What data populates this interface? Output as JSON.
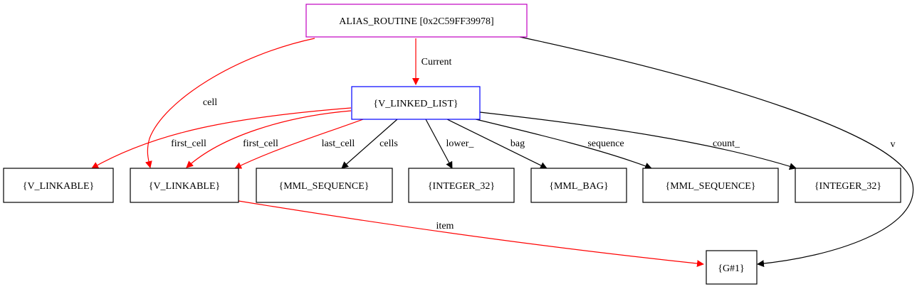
{
  "colors": {
    "root_border": "#c000c0",
    "list_border": "#0000ff",
    "node_border": "#000000",
    "edge_red": "#ff0000",
    "edge_black": "#000000"
  },
  "nodes": {
    "alias_routine": "ALIAS_ROUTINE [0x2C59FF39978]",
    "linked_list": "{V_LINKED_LIST}",
    "linkable_1": "{V_LINKABLE}",
    "linkable_2": "{V_LINKABLE}",
    "mml_sequence_1": "{MML_SEQUENCE}",
    "integer_32_1": "{INTEGER_32}",
    "mml_bag": "{MML_BAG}",
    "mml_sequence_2": "{MML_SEQUENCE}",
    "integer_32_2": "{INTEGER_32}",
    "g1": "{G#1}"
  },
  "edges": {
    "current": "Current",
    "cell": "cell",
    "v": "v",
    "first_cell_1": "first_cell",
    "first_cell_2": "first_cell",
    "last_cell": "last_cell",
    "cells": "cells",
    "lower": "lower_",
    "bag": "bag",
    "sequence": "sequence",
    "count": "count_",
    "item": "item"
  }
}
